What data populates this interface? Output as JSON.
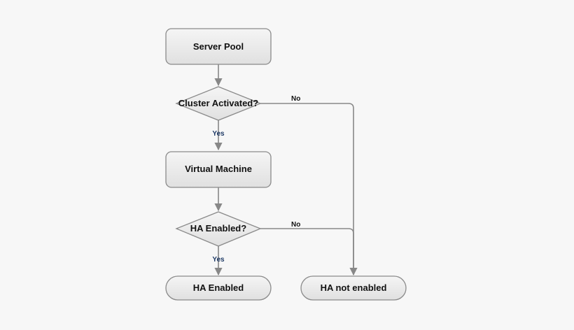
{
  "nodes": {
    "server_pool": "Server Pool",
    "cluster_activated": "Cluster Activated?",
    "virtual_machine": "Virtual Machine",
    "ha_enabled_q": "HA Enabled?",
    "ha_enabled": "HA Enabled",
    "ha_not_enabled": "HA not enabled"
  },
  "edges": {
    "cluster_yes": "Yes",
    "cluster_no": "No",
    "ha_yes": "Yes",
    "ha_no": "No"
  },
  "colors": {
    "node_fill_top": "#f5f5f5",
    "node_fill_bottom": "#e2e2e2",
    "node_stroke": "#8a8a8a",
    "edge": "#888888",
    "yes_label": "#1f3a66"
  }
}
